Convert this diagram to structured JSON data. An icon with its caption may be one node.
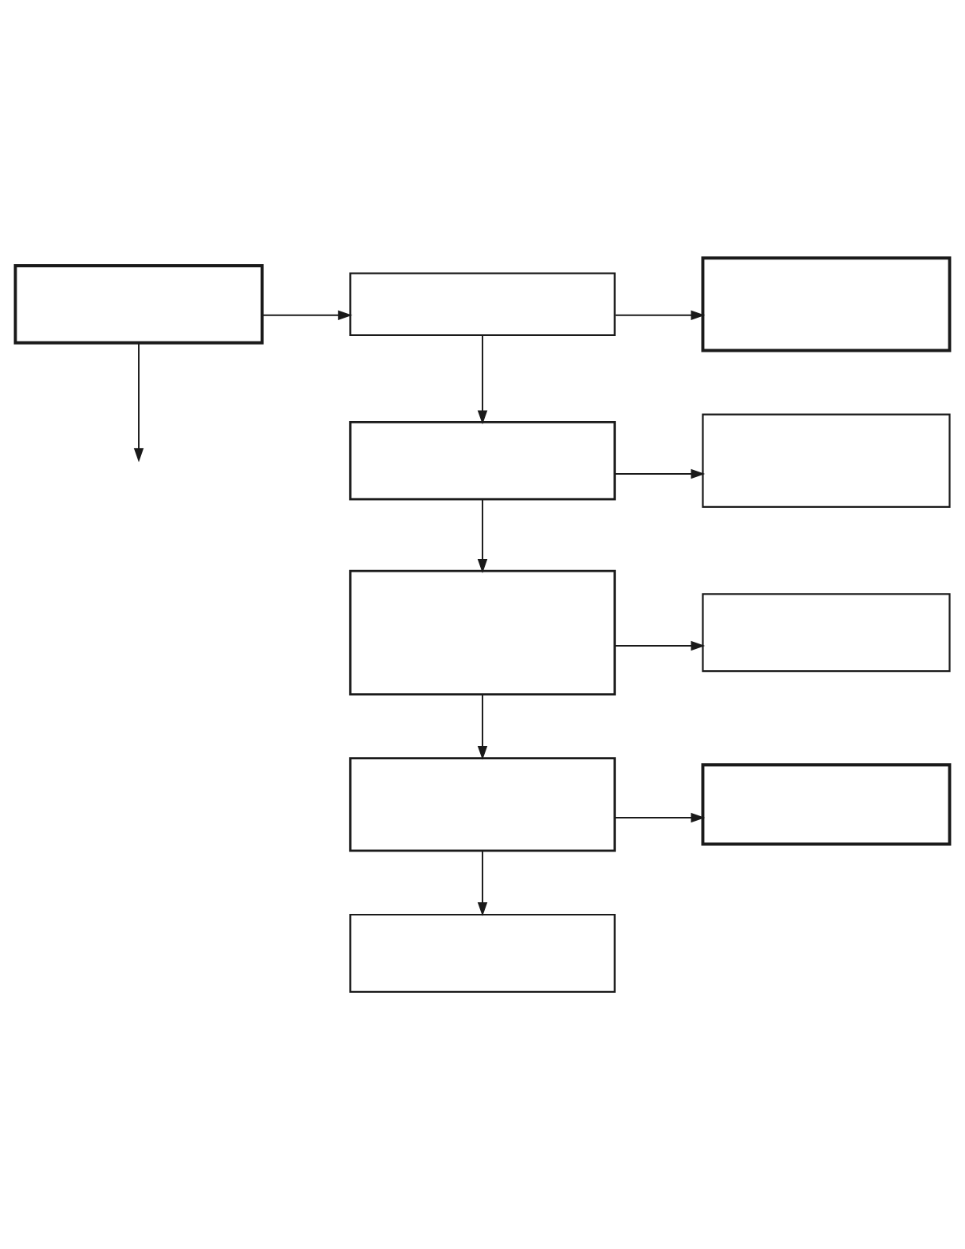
{
  "diagram": {
    "nodes": [
      {
        "text": [],
        "shape": "box"
      },
      {
        "text": [],
        "shape": "box"
      },
      {
        "text": [],
        "shape": "box"
      },
      {
        "text": [],
        "shape": "box"
      },
      {
        "text": [],
        "shape": "box"
      },
      {
        "text": [],
        "shape": "box"
      },
      {
        "text": [],
        "shape": "box"
      },
      {
        "text": [],
        "shape": "box"
      },
      {
        "text": [],
        "shape": "box"
      },
      {
        "text": [],
        "shape": "box"
      }
    ],
    "edges": [
      {
        "from": 0,
        "to": 1,
        "arrow": "to"
      },
      {
        "from": 1,
        "to": 2,
        "arrow": "to"
      },
      {
        "from": 0,
        "to": null,
        "arrow": "to"
      },
      {
        "from": 1,
        "to": 3,
        "arrow": "to"
      },
      {
        "from": 3,
        "to": 4,
        "arrow": "to"
      },
      {
        "from": 3,
        "to": 5,
        "arrow": "to"
      },
      {
        "from": 5,
        "to": 6,
        "arrow": "to"
      },
      {
        "from": 5,
        "to": 7,
        "arrow": "to"
      },
      {
        "from": 7,
        "to": 8,
        "arrow": "to"
      },
      {
        "from": 7,
        "to": 9,
        "arrow": "to"
      }
    ]
  }
}
